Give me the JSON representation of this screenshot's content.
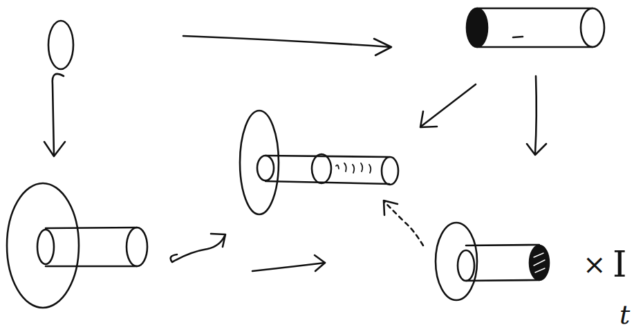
{
  "diagram": {
    "labels": [
      "×",
      "I",
      "t"
    ]
  }
}
